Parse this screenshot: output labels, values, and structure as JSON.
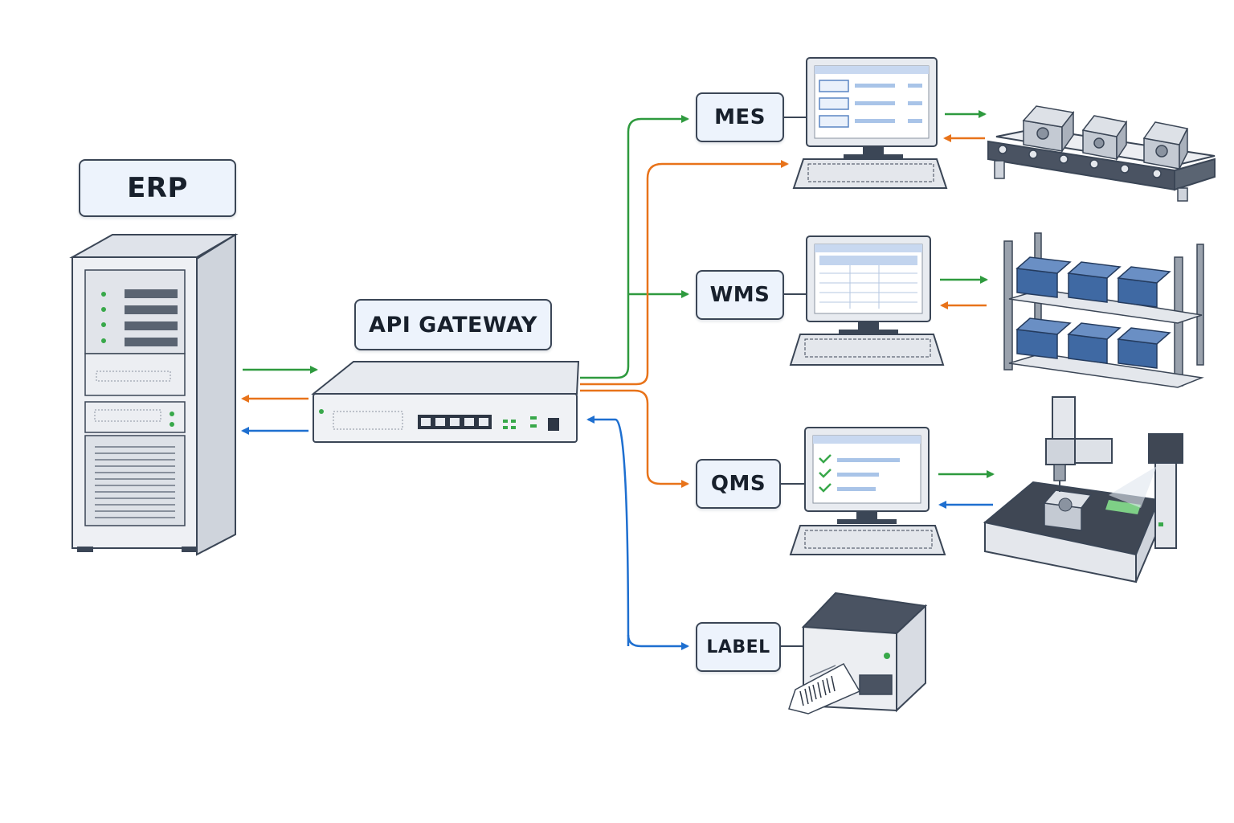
{
  "labels": {
    "erp": "ERP",
    "api_gateway": "API GATEWAY",
    "mes": "MES",
    "wms": "WMS",
    "qms": "QMS",
    "label": "LABEL"
  },
  "colors": {
    "green": "#2e9a3e",
    "orange": "#e8731a",
    "blue": "#1e6fd0",
    "outline": "#3b4656",
    "label_fill": "#edf3fc",
    "device_gray": "#e4e7ec",
    "bin_blue": "#3f69a3"
  },
  "icons": [
    "server-rack-icon",
    "network-switch-icon",
    "desktop-computer-icon",
    "conveyor-belt-icon",
    "storage-shelf-icon",
    "cmm-machine-icon",
    "label-printer-icon"
  ]
}
